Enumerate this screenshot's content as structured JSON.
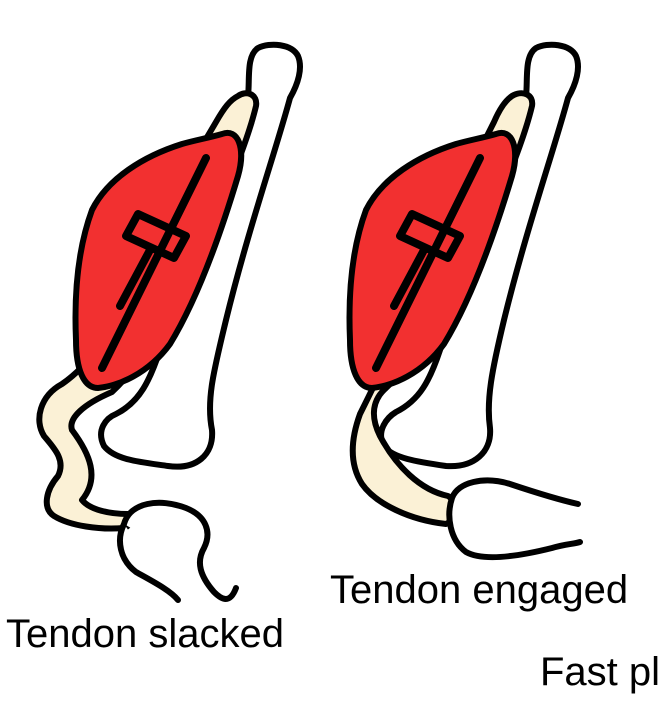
{
  "labels": {
    "tendon_slacked": "Tendon slacked",
    "tendon_engaged": "Tendon engaged",
    "fast_partial": "Fast pl"
  },
  "panels": [
    {
      "name": "left-leg",
      "state": "Tendon slacked"
    },
    {
      "name": "right-leg",
      "state": "Tendon engaged"
    }
  ],
  "colors": {
    "muscle": "#f23030",
    "tendon": "#fbf1d6",
    "bone": "#ffffff",
    "outline": "#000000",
    "background": "#ffffff"
  },
  "icons": {
    "sarcomere": "sarcomere-icon"
  }
}
